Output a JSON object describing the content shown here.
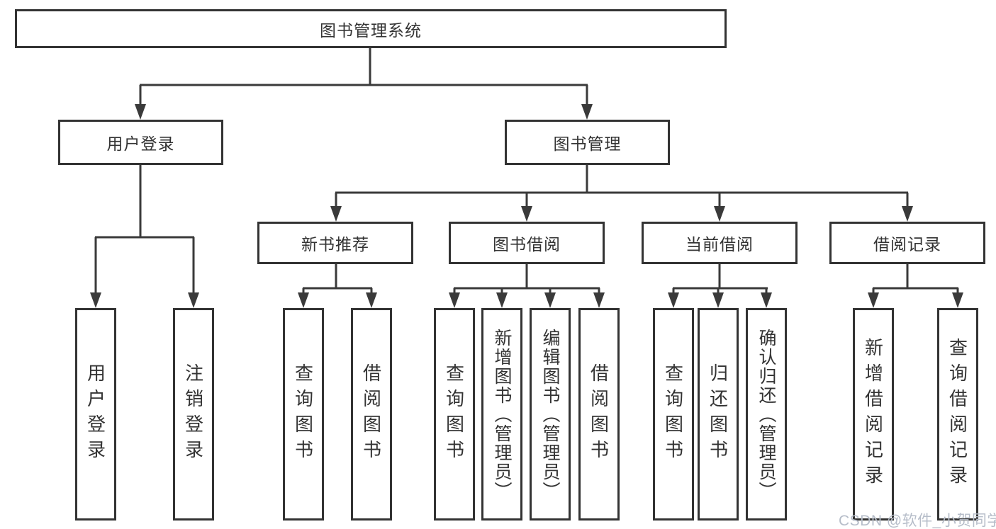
{
  "tree": {
    "root": "图书管理系统",
    "branches": [
      {
        "label": "用户登录",
        "children": [
          {
            "label": "用户登录"
          },
          {
            "label": "注销登录"
          }
        ]
      },
      {
        "label": "图书管理",
        "children": [
          {
            "label": "新书推荐",
            "children": [
              {
                "label": "查询图书"
              },
              {
                "label": "借阅图书"
              }
            ]
          },
          {
            "label": "图书借阅",
            "children": [
              {
                "label": "查询图书"
              },
              {
                "label": "新增图书（管理员）"
              },
              {
                "label": "编辑图书（管理员）"
              },
              {
                "label": "借阅图书"
              }
            ]
          },
          {
            "label": "当前借阅",
            "children": [
              {
                "label": "查询图书"
              },
              {
                "label": "归还图书"
              },
              {
                "label": "确认归还（管理员）"
              }
            ]
          },
          {
            "label": "借阅记录",
            "children": [
              {
                "label": "新增借阅记录"
              },
              {
                "label": "查询借阅记录"
              }
            ]
          }
        ]
      }
    ]
  },
  "watermark": "CSDN @软件_小贺同学",
  "colors": {
    "line": "#3a3a3a",
    "box_border": "#333333",
    "text": "#333333",
    "watermark": "#b6bdc9",
    "background": "#ffffff"
  }
}
